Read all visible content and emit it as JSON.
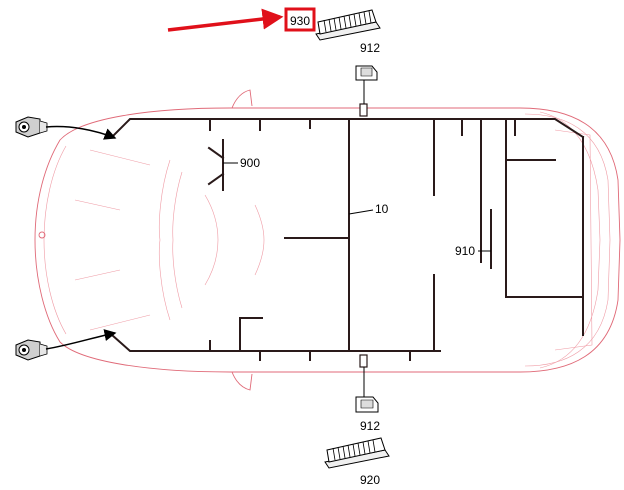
{
  "labels": {
    "connector_top_highlighted": "930",
    "connector_top_plug": "912",
    "front_harness": "900",
    "main_harness": "10",
    "rear_harness": "910",
    "connector_bottom_plug": "912",
    "connector_bottom": "920"
  },
  "colors": {
    "car_outline": "#e06a78",
    "harness_line": "#2a1a1a",
    "highlight_box": "#e0101a",
    "pointer_arrow": "#e0101a"
  }
}
